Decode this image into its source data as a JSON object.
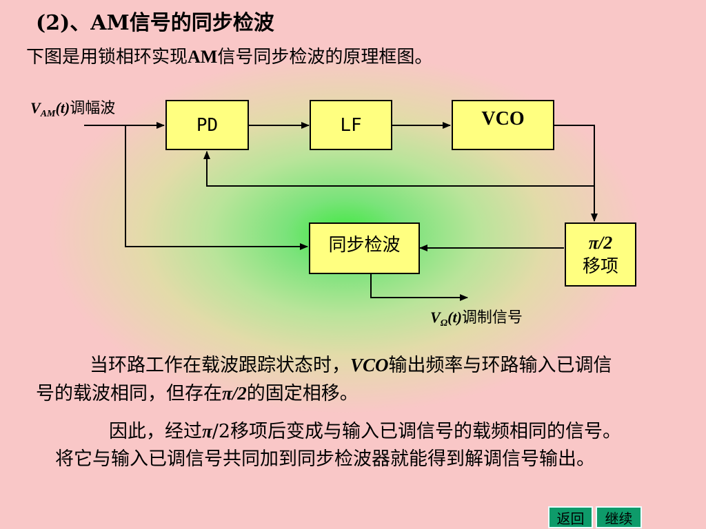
{
  "title": "(2)、AM信号的同步检波",
  "subtitle_pre": "下图是用锁相环实现",
  "subtitle_am": "AM",
  "subtitle_post": "信号同步检波的原理框图。",
  "diagram": {
    "input_label_v": "V",
    "input_label_sub": "AM",
    "input_label_t": "(t)",
    "input_label_text": "调幅波",
    "blocks": {
      "pd": "PD",
      "lf": "LF",
      "vco": "VCO",
      "sync_detector": "同步检波",
      "phase_shift_pi": "π/2",
      "phase_shift_text": "移项"
    },
    "output_label_v": "V",
    "output_label_sub": "Ω",
    "output_label_t": "(t)",
    "output_label_text": "调制信号"
  },
  "paragraph1": {
    "pre": "当环路工作在载波跟踪状态时，",
    "vco": "VCO",
    "mid": "输出频率与环路输入已调信号的载波相同，但存在",
    "pi": "π/2",
    "post": "的固定相移。"
  },
  "paragraph2": {
    "pre": "因此，经过",
    "pi": "π",
    "post": "/2移项后变成与输入已调信号的载频相同的信号。将它与输入已调信号共同加到同步检波器就能得到解调信号输出。"
  },
  "nav": {
    "back": "返回",
    "continue": "继续"
  },
  "colors": {
    "background": "#f9c7c7",
    "center_glow": "#3ee83e",
    "block_fill": "#ffff80",
    "button_bg": "#0e9b6a"
  }
}
